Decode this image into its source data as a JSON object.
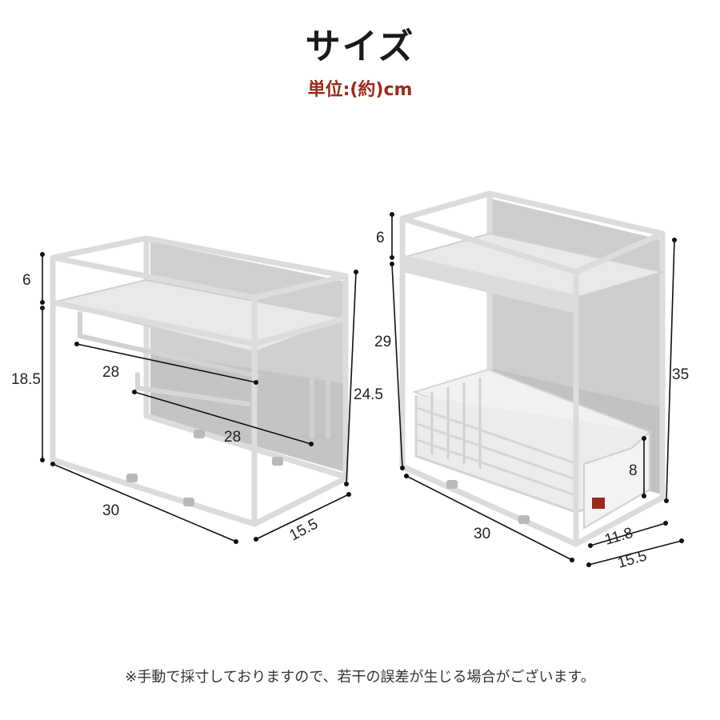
{
  "header": {
    "title": "サイズ",
    "unit": "単位:(約)cm"
  },
  "left_rack": {
    "shelf_gap": "6",
    "lower_height": "18.5",
    "total_height": "24.5",
    "upper_bar_width": "28",
    "lower_bar_width": "28",
    "width": "30",
    "depth": "15.5"
  },
  "right_rack": {
    "shelf_gap": "6",
    "lower_height": "29",
    "total_height": "35",
    "basket_height": "8",
    "width": "30",
    "basket_depth": "11.8",
    "depth": "15.5"
  },
  "footer": {
    "note": "※手動で採寸しておりますので、若干の誤差が生じる場合がございます。"
  },
  "colors": {
    "title": "#1a1a1a",
    "unit": "#9b2b18",
    "frame": "#dcdcdc",
    "panel": "#c9c9c9"
  }
}
